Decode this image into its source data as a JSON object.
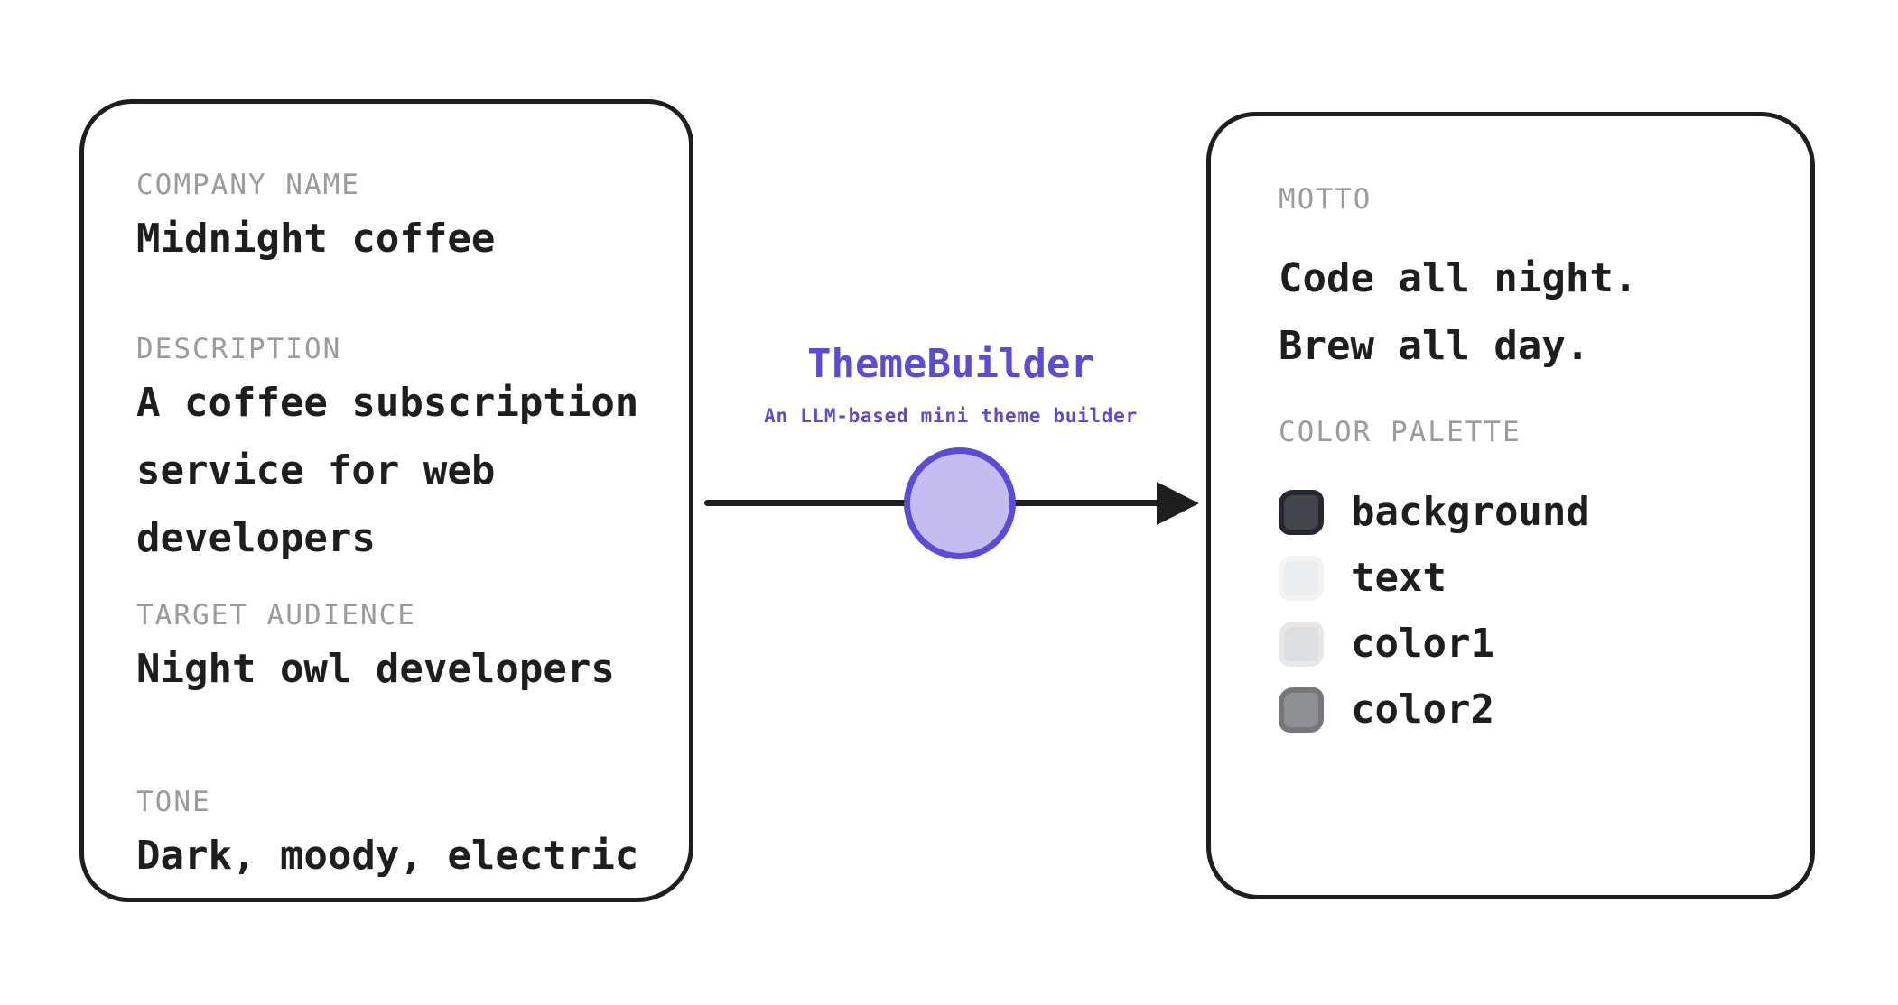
{
  "theme": {
    "accent": "#5b4bd5",
    "accent_fill": "#c5bcf2",
    "ink": "#1e1e1e",
    "label_gray": "#9b9b9b"
  },
  "input_card": {
    "fields": [
      {
        "label": "COMPANY NAME",
        "value": "Midnight coffee"
      },
      {
        "label": "DESCRIPTION",
        "value": "A coffee subscription service for web developers"
      },
      {
        "label": "TARGET AUDIENCE",
        "value": "Night owl developers"
      },
      {
        "label": "TONE",
        "value": "Dark, moody, electric"
      }
    ]
  },
  "processor": {
    "title": "ThemeBuilder",
    "subtitle": "An LLM-based mini theme builder"
  },
  "output_card": {
    "motto_label": "MOTTO",
    "motto_lines": [
      "Code all night.",
      "Brew all day."
    ],
    "palette_label": "COLOR PALETTE",
    "palette": [
      {
        "name": "background",
        "fill": "#42454d",
        "border": "#26282e"
      },
      {
        "name": "text",
        "fill": "#ecedee",
        "border": "#f2f3f4"
      },
      {
        "name": "color1",
        "fill": "#dcdee0",
        "border": "#e5e7e9"
      },
      {
        "name": "color2",
        "fill": "#8e9094",
        "border": "#75777b"
      }
    ]
  }
}
